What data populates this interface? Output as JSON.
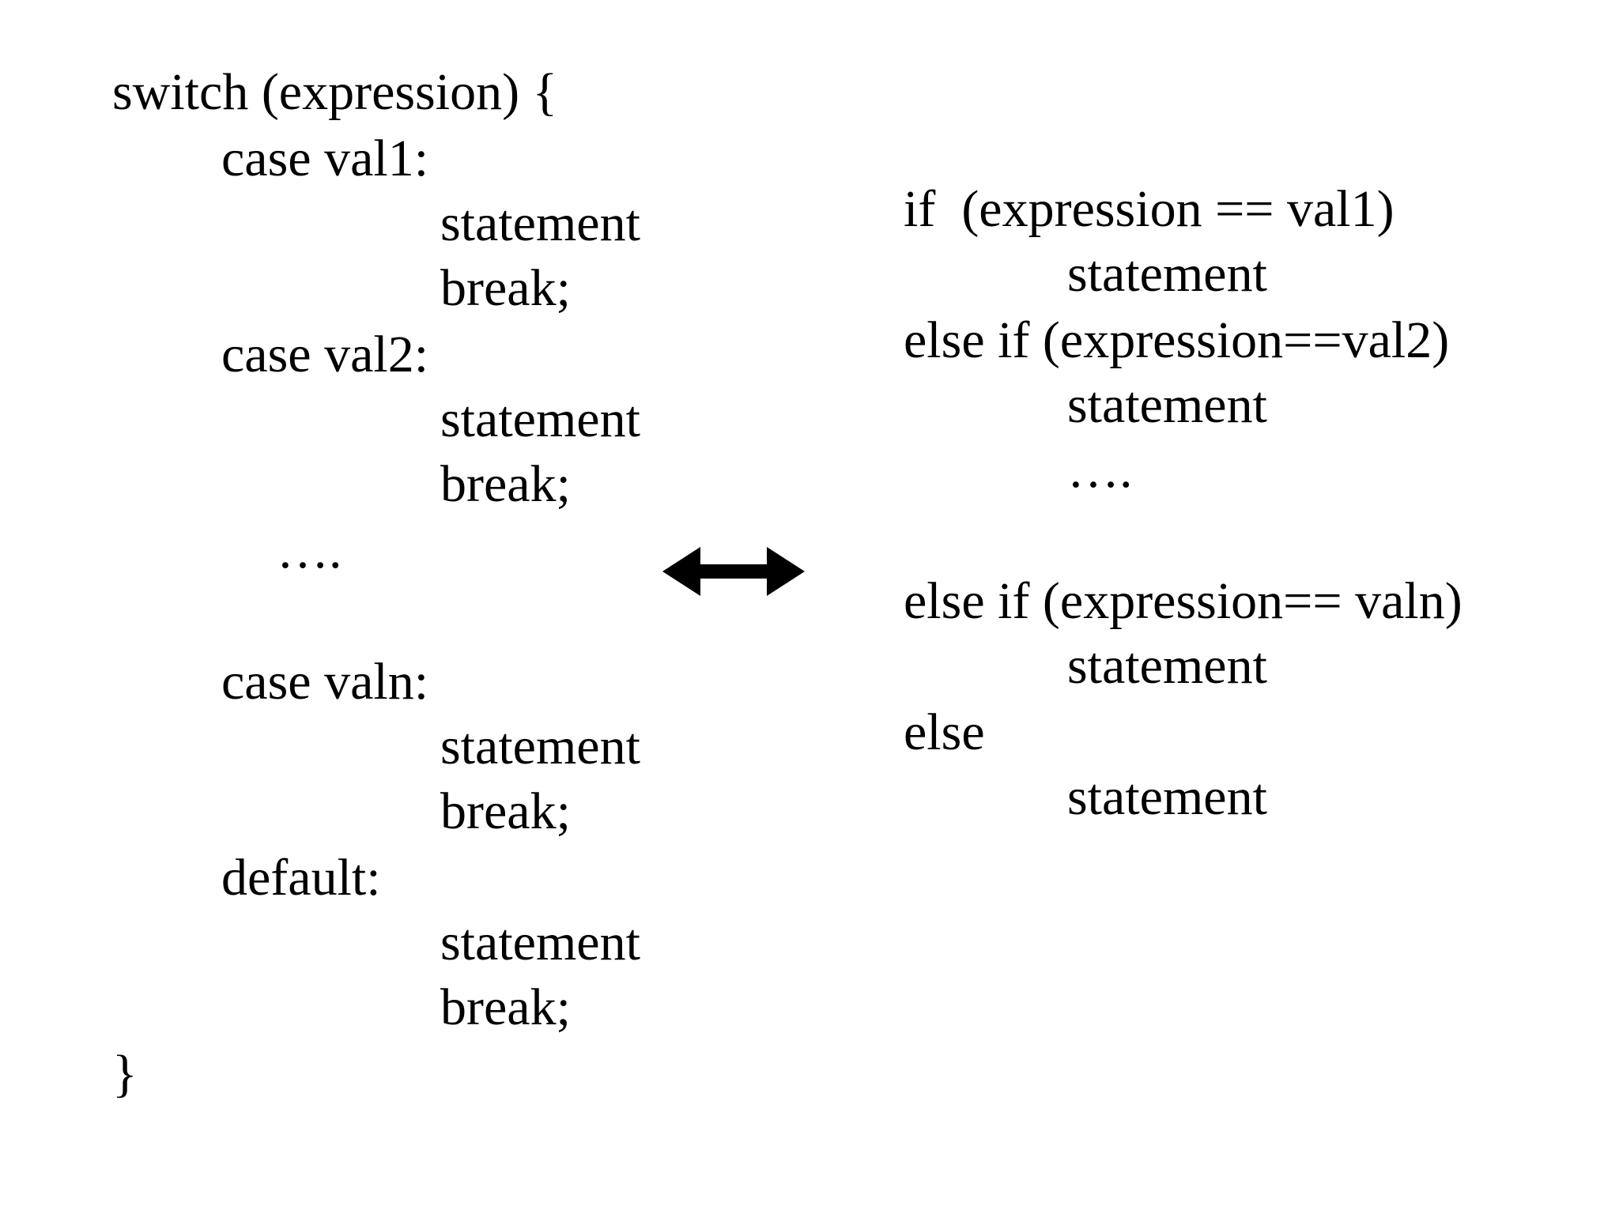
{
  "switch_block": {
    "lines": [
      "switch (expression) {",
      "case val1:",
      "statement",
      "break;",
      "case val2:",
      "statement",
      "break;",
      "….",
      "case valn:",
      "statement",
      "break;",
      "default:",
      "statement",
      "break;",
      "}"
    ]
  },
  "if_block": {
    "lines": [
      "if  (expression == val1)",
      "statement",
      "else if (expression==val2)",
      "statement",
      "….",
      "else if (expression== valn)",
      "statement",
      "else",
      "statement"
    ]
  },
  "arrow": {
    "icon": "double-headed-arrow-icon",
    "color": "#000000"
  }
}
